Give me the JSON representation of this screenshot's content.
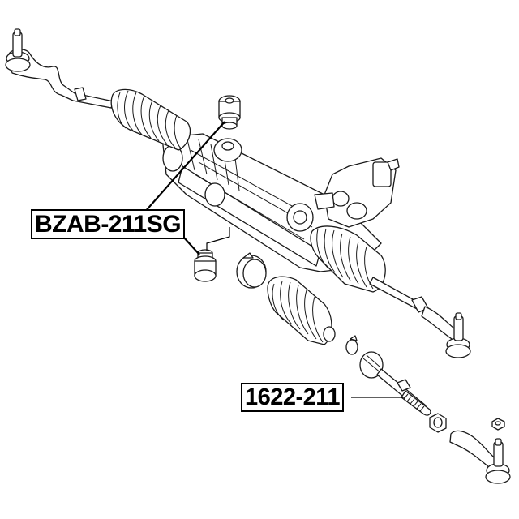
{
  "diagram": {
    "type": "exploded parts diagram - steering rack assembly",
    "background": "#ffffff",
    "line_color": "#1a1a1a",
    "labels": [
      {
        "id": "bzab",
        "text": "BZAB-211SG",
        "refers_to": "steering rack mounting bushings (two, upper and lower)"
      },
      {
        "id": "1622",
        "text": "1622-211",
        "refers_to": "inner tie rod"
      }
    ],
    "components": [
      "left-tie-rod-end",
      "left-bellow-boot",
      "rack-housing",
      "steering-valve",
      "right-bellow-boot",
      "right-tie-rod-end",
      "upper-bushing",
      "lower-bushing",
      "boot-clamp-large",
      "loose-bellow-boot",
      "boot-clamp-small",
      "inner-tie-rod",
      "lock-nut",
      "castle-nut",
      "outer-tie-rod-end"
    ]
  }
}
